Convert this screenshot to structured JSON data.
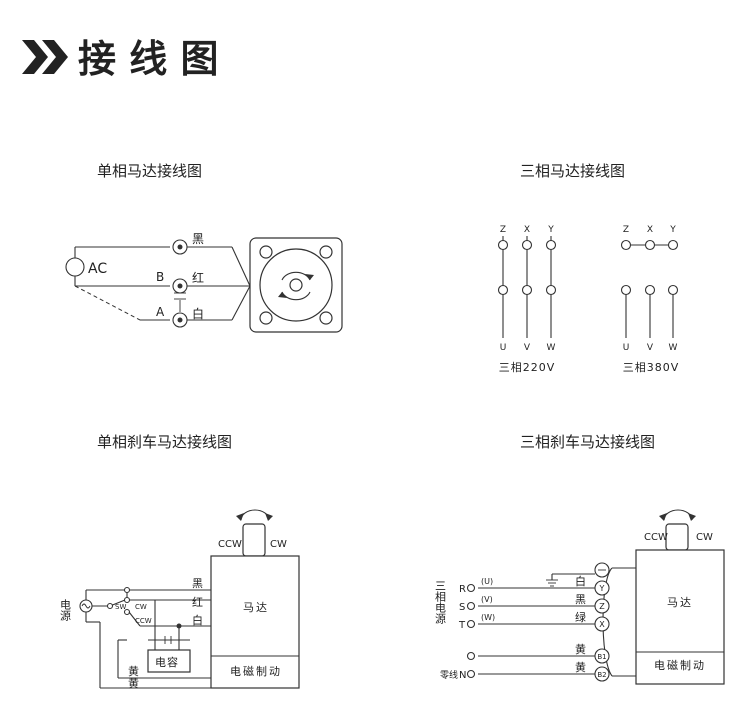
{
  "header": {
    "title": "接 线 图",
    "accent_color": "#222222"
  },
  "single_phase": {
    "title": "单相马达接线图",
    "source_label": "AC",
    "term_b": "B",
    "term_a": "A",
    "wire_black": "黑",
    "wire_red": "红",
    "wire_white": "白"
  },
  "three_phase": {
    "title": "三相马达接线图",
    "left": {
      "top": [
        "Z",
        "X",
        "Y"
      ],
      "bottom": [
        "U",
        "V",
        "W"
      ],
      "caption": "三相220V"
    },
    "right": {
      "top": [
        "Z",
        "X",
        "Y"
      ],
      "bottom": [
        "U",
        "V",
        "W"
      ],
      "caption": "三相380V"
    }
  },
  "single_brake": {
    "title": "单相刹车马达接线图",
    "ccw": "CCW",
    "cw": "CW",
    "motor_label": "马达",
    "brake_label": "电磁制动",
    "source_label": "电源",
    "sw_label": "SW",
    "cw_small": "CW",
    "ccw_small": "CCW",
    "capacitor_label": "电容",
    "wire_black": "黑",
    "wire_red": "红",
    "wire_white": "白",
    "wire_yellow1": "黄",
    "wire_yellow2": "黄"
  },
  "three_brake": {
    "title": "三相刹车马达接线图",
    "ccw": "CCW",
    "cw": "CW",
    "motor_label": "马达",
    "brake_label": "电磁制动",
    "source_label": "三相电源",
    "phases": [
      {
        "term": "R",
        "sub": "(U)",
        "color": "白",
        "lead": "Y"
      },
      {
        "term": "S",
        "sub": "(V)",
        "color": "黑",
        "lead": "Z"
      },
      {
        "term": "T",
        "sub": "(W)",
        "color": "绿",
        "lead": "X"
      }
    ],
    "yellow1": "黄",
    "yellow2": "黄",
    "b1": "B1",
    "b2": "B2",
    "neutral": "零线",
    "neutral_term": "N"
  }
}
